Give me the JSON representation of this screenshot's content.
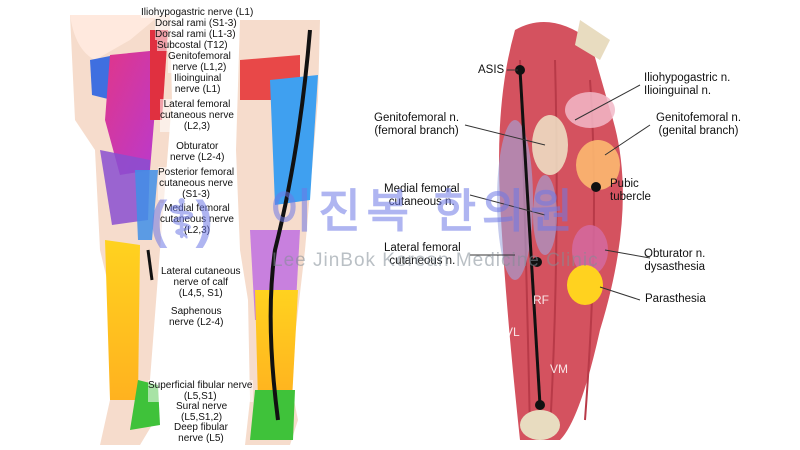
{
  "left_labels": [
    {
      "id": "iliohypogastric",
      "lines": [
        "Iliohypogastric nerve (L1)"
      ]
    },
    {
      "id": "dorsal-s",
      "lines": [
        "Dorsal rami (S1-3)"
      ]
    },
    {
      "id": "dorsal-l",
      "lines": [
        "Dorsal rami (L1-3)"
      ]
    },
    {
      "id": "subcostal",
      "lines": [
        "Subcostal (T12)"
      ]
    },
    {
      "id": "genitofemoral",
      "lines": [
        "Genitofemoral",
        "nerve (L1,2)"
      ]
    },
    {
      "id": "ilioinguinal",
      "lines": [
        "Ilioinguinal",
        "nerve (L1)"
      ]
    },
    {
      "id": "lat-fem",
      "lines": [
        "Lateral femoral",
        "cutaneous nerve",
        "(L2,3)"
      ]
    },
    {
      "id": "obturator",
      "lines": [
        "Obturator",
        "nerve (L2-4)"
      ]
    },
    {
      "id": "post-fem",
      "lines": [
        "Posterior femoral",
        "cutaneous nerve",
        "(S1-3)"
      ]
    },
    {
      "id": "med-fem",
      "lines": [
        "Medial femoral",
        "cutaneous nerve",
        "(L2,3)"
      ]
    },
    {
      "id": "lat-calf",
      "lines": [
        "Lateral cutaneous",
        "nerve of calf",
        "(L4,5, S1)"
      ]
    },
    {
      "id": "saphenous",
      "lines": [
        "Saphenous",
        "nerve (L2-4)"
      ]
    },
    {
      "id": "sup-fibular",
      "lines": [
        "Superficial fibular nerve",
        "(L5,S1)"
      ]
    },
    {
      "id": "sural",
      "lines": [
        "Sural nerve",
        "(L5,S1,2)"
      ]
    },
    {
      "id": "deep-fibular",
      "lines": [
        "Deep fibular",
        "nerve (L5)"
      ]
    }
  ],
  "right_labels": {
    "asis": "ASIS",
    "iliohypo": [
      "Iliohypogastric n.",
      "Ilioinguinal n."
    ],
    "gf_fem": [
      "Genitofemoral n.",
      "(femoral branch)"
    ],
    "gf_gen": [
      "Genitofemoral n.",
      "(genital branch)"
    ],
    "pubic": [
      "Pubic",
      "tubercle"
    ],
    "med_fem": [
      "Medial femoral",
      "cutaneous n."
    ],
    "lat_fem": [
      "Lateral femoral",
      "cutaneous n."
    ],
    "obturator": [
      "Obturator n.",
      "dysasthesia"
    ],
    "parasthesia": "Parasthesia"
  },
  "muscle_labels": {
    "rf": "RF",
    "vl": "VL",
    "vm": "VM"
  },
  "watermark": {
    "korean": "이진복 한의원",
    "english": "Lee JinBok Korean Medicine Clinic"
  },
  "colors": {
    "skin": "#f6dccc",
    "magenta": "#e0368a",
    "blue": "#3f8fe8",
    "purple": "#8a4fd0",
    "yellow": "#ffd21f",
    "green": "#3fc23a",
    "red": "#e03040",
    "muscle": "#d4525f",
    "bone": "#e8dcc0"
  }
}
